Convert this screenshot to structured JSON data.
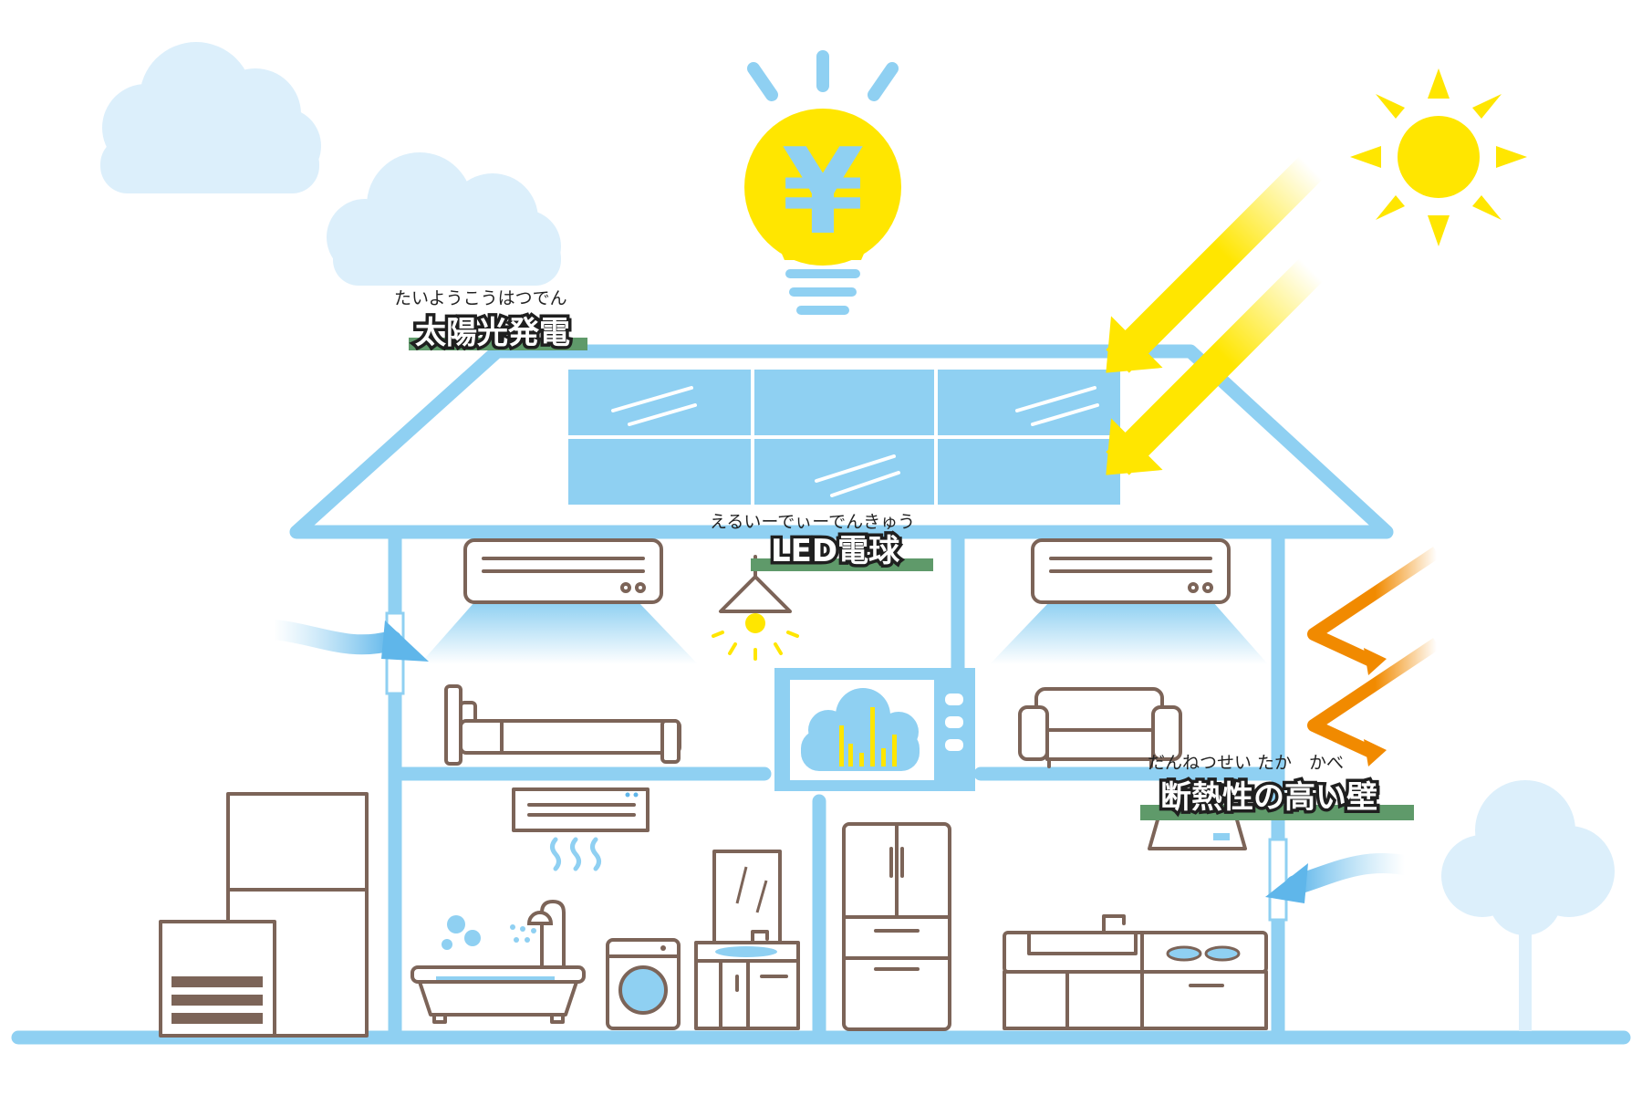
{
  "labels": {
    "solar": {
      "furigana": "たいようこうはつでん",
      "text": "太陽光発電"
    },
    "led": {
      "furigana": "えるいーでぃーでんきゅう",
      "text": "LED電球"
    },
    "wall": {
      "furigana": "だんねつせい たか　かべ",
      "text": "断熱性の高い壁"
    }
  },
  "icons": [
    "cloud-icon",
    "sun-icon",
    "lightbulb-yen-icon",
    "solar-panel-icon",
    "air-conditioner-icon",
    "pendant-lamp-icon",
    "tv-chart-icon",
    "bed-icon",
    "sofa-icon",
    "bath-dryer-icon",
    "bathtub-icon",
    "washing-machine-icon",
    "washbasin-icon",
    "refrigerator-icon",
    "range-hood-icon",
    "kitchen-icon",
    "storage-battery-icon",
    "tree-icon"
  ],
  "colors": {
    "house_blue": "#8fd0f2",
    "sky_light": "#dceffb",
    "sun_yellow": "#ffe600",
    "heat_orange": "#f18a00",
    "label_bar_green": "#5f9a6a",
    "line_brown": "#7c6458"
  }
}
